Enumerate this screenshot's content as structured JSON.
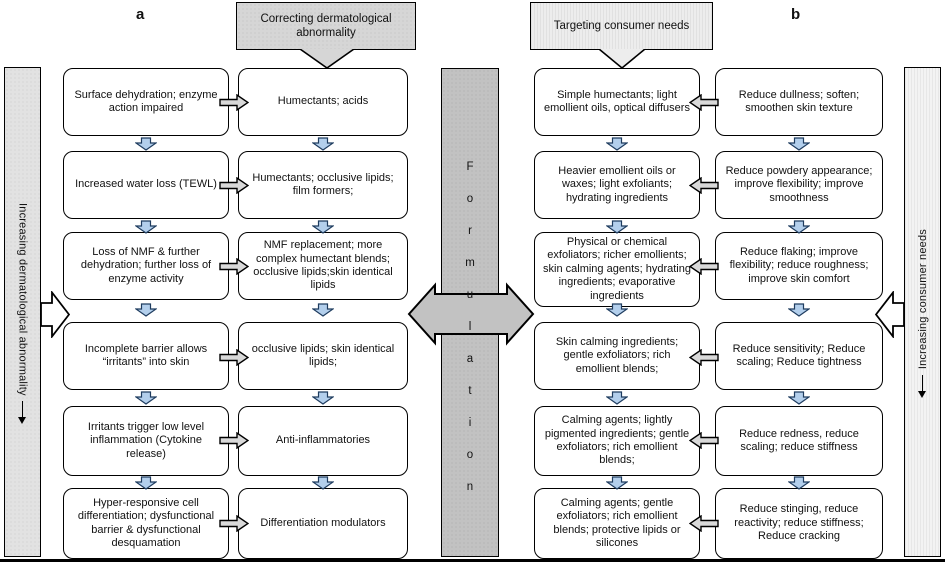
{
  "figure": {
    "panel_a_label": "a",
    "panel_b_label": "b",
    "header_a": "Correcting dermatological abnormality",
    "header_b": "Targeting consumer needs",
    "left_axis_label": "Increasing dermatological abnormality",
    "right_axis_label": "Increasing consumer needs",
    "center_bar_word": "Formulation",
    "formulation_letters": [
      "F",
      "o",
      "r",
      "m",
      "u",
      "l",
      "a",
      "t",
      "i",
      "o",
      "n"
    ]
  },
  "section_a": {
    "rows": [
      {
        "problem": "Surface dehydration; enzyme action impaired",
        "solution": "Humectants; acids"
      },
      {
        "problem": "Increased water loss (TEWL)",
        "solution": "Humectants; occlusive lipids; film formers;"
      },
      {
        "problem": "Loss of NMF & further dehydration; further loss of enzyme activity",
        "solution": "NMF replacement; more complex humectant blends; occlusive lipids;skin identical lipids"
      },
      {
        "problem": "Incomplete barrier allows “irritants” into skin",
        "solution": "occlusive lipids; skin identical lipids;"
      },
      {
        "problem": "Irritants trigger low level inflammation (Cytokine release)",
        "solution": "Anti-inflammatories"
      },
      {
        "problem": "Hyper-responsive cell differentiation; dysfunctional barrier & dysfunctional desquamation",
        "solution": "Differentiation modulators"
      }
    ]
  },
  "section_b": {
    "rows": [
      {
        "formulation": "Simple humectants; light emollient oils, optical diffusers",
        "need": "Reduce dullness; soften; smoothen skin texture"
      },
      {
        "formulation": "Heavier emollient oils or waxes; light exfoliants; hydrating ingredients",
        "need": "Reduce powdery appearance; improve flexibility; improve smoothness"
      },
      {
        "formulation": "Physical or chemical exfoliators; richer emollients; skin calming agents; hydrating ingredients; evaporative ingredients",
        "need": "Reduce flaking; improve flexibility; reduce roughness; improve skin comfort"
      },
      {
        "formulation": "Skin calming ingredients; gentle exfoliators; rich emollient blends;",
        "need": "Reduce sensitivity; Reduce scaling; Reduce tightness"
      },
      {
        "formulation": "Calming agents; lightly pigmented ingredients; gentle exfoliators; rich emollient blends;",
        "need": "Reduce redness, reduce scaling; reduce stiffness"
      },
      {
        "formulation": "Calming agents; gentle exfoliators; rich emollient blends; protective lipids or silicones",
        "need": "Reduce stinging, reduce reactivity; reduce stiffness; Reduce cracking"
      }
    ]
  },
  "colors": {
    "line": "#000000",
    "box_fill": "#ffffff",
    "header_a_fill": "#d6d6d6",
    "header_b_fill": "#ededed",
    "left_bar_fill": "#e2e2e2",
    "right_bar_fill": "#f3f3f3",
    "center_bar_fill": "#c2c2c2",
    "gray_arrow_fill": "#d9d9d9",
    "blue_arrow_fill": "#b3cfec",
    "blue_arrow_stroke": "#1f3c5f",
    "white_arrow_fill": "#ffffff"
  }
}
